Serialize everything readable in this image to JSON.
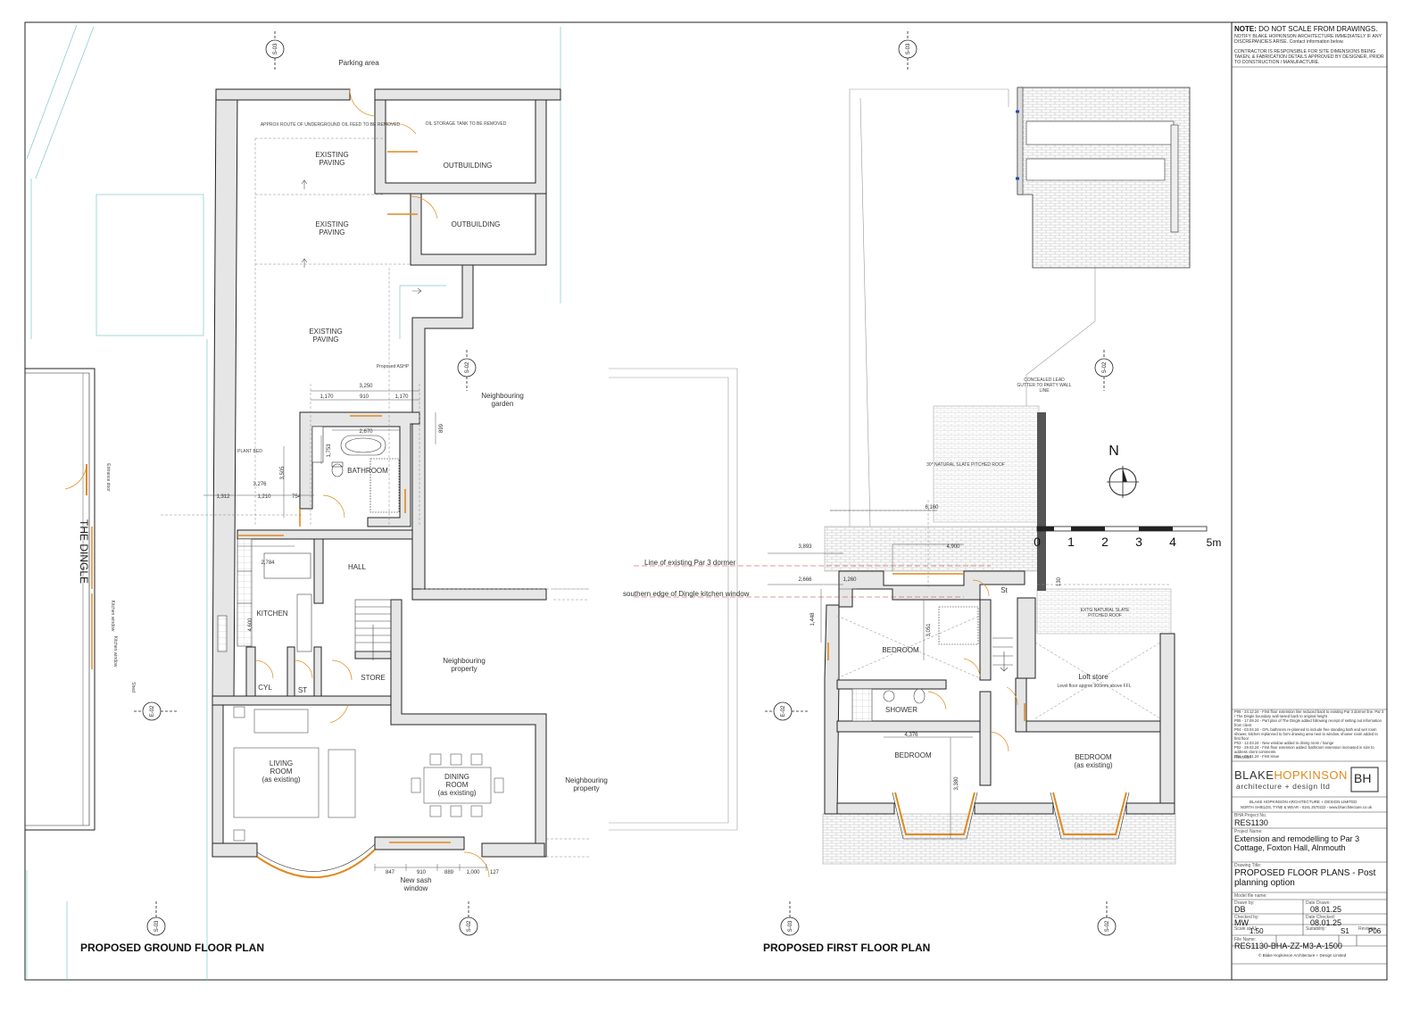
{
  "titles": {
    "ground": "PROPOSED GROUND FLOOR PLAN",
    "first": "PROPOSED FIRST FLOOR PLAN"
  },
  "ground_labels": {
    "parking": "Parking area",
    "oil_route": "APPROX ROUTE OF UNDERGROUND OIL FEED TO BE REMOVED",
    "oil_tank": "OIL STORAGE TANK TO BE REMOVED",
    "paving_line1": "EXISTING",
    "paving_line2": "PAVING",
    "outbuilding": "OUTBUILDING",
    "bathroom": "BATHROOM",
    "hall": "HALL",
    "kitchen": "KITCHEN",
    "cyl": "CYL",
    "st": "ST",
    "store": "STORE",
    "living1": "LIVING",
    "living2": "ROOM",
    "living3": "(as existing)",
    "dining1": "DINING",
    "dining2": "ROOM",
    "dining3": "(as existing)",
    "neigh_garden1": "Neighbouring",
    "neigh_garden2": "garden",
    "neigh_prop1": "Neighbouring",
    "neigh_prop2": "property",
    "the_dingle": "THE DINGLE",
    "ashp": "Proposed ASHP",
    "plant_bed": "PLANT BED",
    "sash1": "New sash",
    "sash2": "window",
    "shed": "Shed",
    "entrance_door": "Entrance door",
    "kitchen_window": "Kitchen window",
    "dims": {
      "d3250": "3,250",
      "d1170a": "1,170",
      "d910a": "910",
      "d1170b": "1,170",
      "d2670": "2,670",
      "d899": "899",
      "d3276": "3,276",
      "d1312": "1,312",
      "d1210": "1,210",
      "d754": "754",
      "d2784": "2,784",
      "d4600": "4,600",
      "d3505": "3,505",
      "d1753": "1,753",
      "d847": "847",
      "d910b": "910",
      "d889": "889",
      "d1000": "1,000",
      "d127": "127"
    }
  },
  "first_labels": {
    "dormer_line": "Line of existing Par 3 dormer",
    "kitchen_window_line": "southern edge of Dingle kitchen window",
    "gutter1": "CONCEALED LEAD",
    "gutter2": "GUTTER TO PARTY WALL",
    "gutter3": "LINE",
    "slate_new": "30° NATURAL SLATE PITCHED ROOF",
    "slate_exist1": "EXTG NATURAL SLATE",
    "slate_exist2": "PITCHED ROOF",
    "bedroom": "BEDROOM",
    "bedroom2": "BEDROOM",
    "bedroom3a": "BEDROOM",
    "bedroom3b": "(as existing)",
    "shower": "SHOWER",
    "st": "St",
    "loft": "Loft store",
    "loft_note": "Level floor approx 900mm above FFL",
    "north": "N",
    "dims": {
      "d6160": "6,160",
      "d3893": "3,893",
      "d2666": "2,666",
      "d4900": "4,900",
      "d1260": "1,260",
      "d1448": "1,448",
      "d3051": "3,051",
      "d4376": "4,376",
      "d3380": "3,380",
      "d130": "130"
    }
  },
  "scale_bar": [
    "0",
    "1",
    "2",
    "3",
    "4",
    "5m"
  ],
  "section_markers": [
    "S-03",
    "S-02",
    "E-02"
  ],
  "title_block": {
    "note_head": "NOTE:",
    "note_head_rest": " DO NOT SCALE FROM DRAWINGS.",
    "note_1": "NOTIFY BLAKE HOPKINSON ARCHITECTURE IMMEDIATELY IF ANY DISCREPANCIES ARISE. Contact information below.",
    "note_2": "CONTRACTOR IS RESPONSIBLE FOR SITE DIMENSIONS BEING TAKEN, & FABRICATION DETAILS APPROVED BY DESIGNER, PRIOR TO CONSTRUCTION / MANUFACTURE.",
    "rev_p06": "P06 - 24.12.24 - First floor extension line reduced back to existing Par 3 dormer line. Par 3 / The Dingle boundary wall raised back to original height",
    "rev_p05": "P05 - 17.09.24 - Part plan of The Dingle added following receipt of setting out information from client",
    "rev_p04": "P04 - 03.04.24 - GFL bathroom re-planned to include free standing bath and wet room shower, kitchen replanned to form drawing area next to window, shower room added to first floor",
    "rev_p03": "P03 - 12.03.24 - New window added to dining room / lounge",
    "rev_p02": "P02 - 29.02.24 - First floor extension added, bathroom extension increased in size to address client comments",
    "rev_p01": "P01 - 08.01.24 - First issue",
    "revision_label": "Revision",
    "logo_line1a": "BLAKE",
    "logo_line1b": "HOPKINSON",
    "logo_line2": "architecture + design ltd",
    "logo_mark": "BH",
    "company": "BLAKE HOPKINSON ARCHITECTURE + DESIGN LIMITED",
    "address": "NORTH SHIELDS, TYNE & WEAR - 0191 2570222 - www.bharchitecture.co.uk",
    "project_no_label": "BHA Project No.",
    "project_no": "RES1130",
    "project_name_label": "Project Name:",
    "project_name": "Extension and remodelling to Par 3 Cottage, Foxton Hall, Alnmouth",
    "drawing_title_label": "Drawing Title:",
    "drawing_title": "PROPOSED FLOOR PLANS - Post planning option",
    "model_label": "Model file name:",
    "drawn_by_label": "Drawn by:",
    "drawn_by": "DB",
    "date_drawn_label": "Date Drawn:",
    "date_drawn": "08.01.25",
    "checked_by_label": "Checked by:",
    "checked_by": "MW",
    "date_checked_label": "Date Checked:",
    "date_checked": "08.01.25",
    "scale_label": "Scale at A1:",
    "scale": "1:50",
    "suitability_label": "Suitability:",
    "suitability": "S1",
    "revision_no_label": "Revision:",
    "revision_no": "P06",
    "file_name_label": "File Name:",
    "file_name": "RES1130-BHA-ZZ-M3-A-1500",
    "copyright": "© Blake Hopkinson Architecture + Design Limited"
  }
}
